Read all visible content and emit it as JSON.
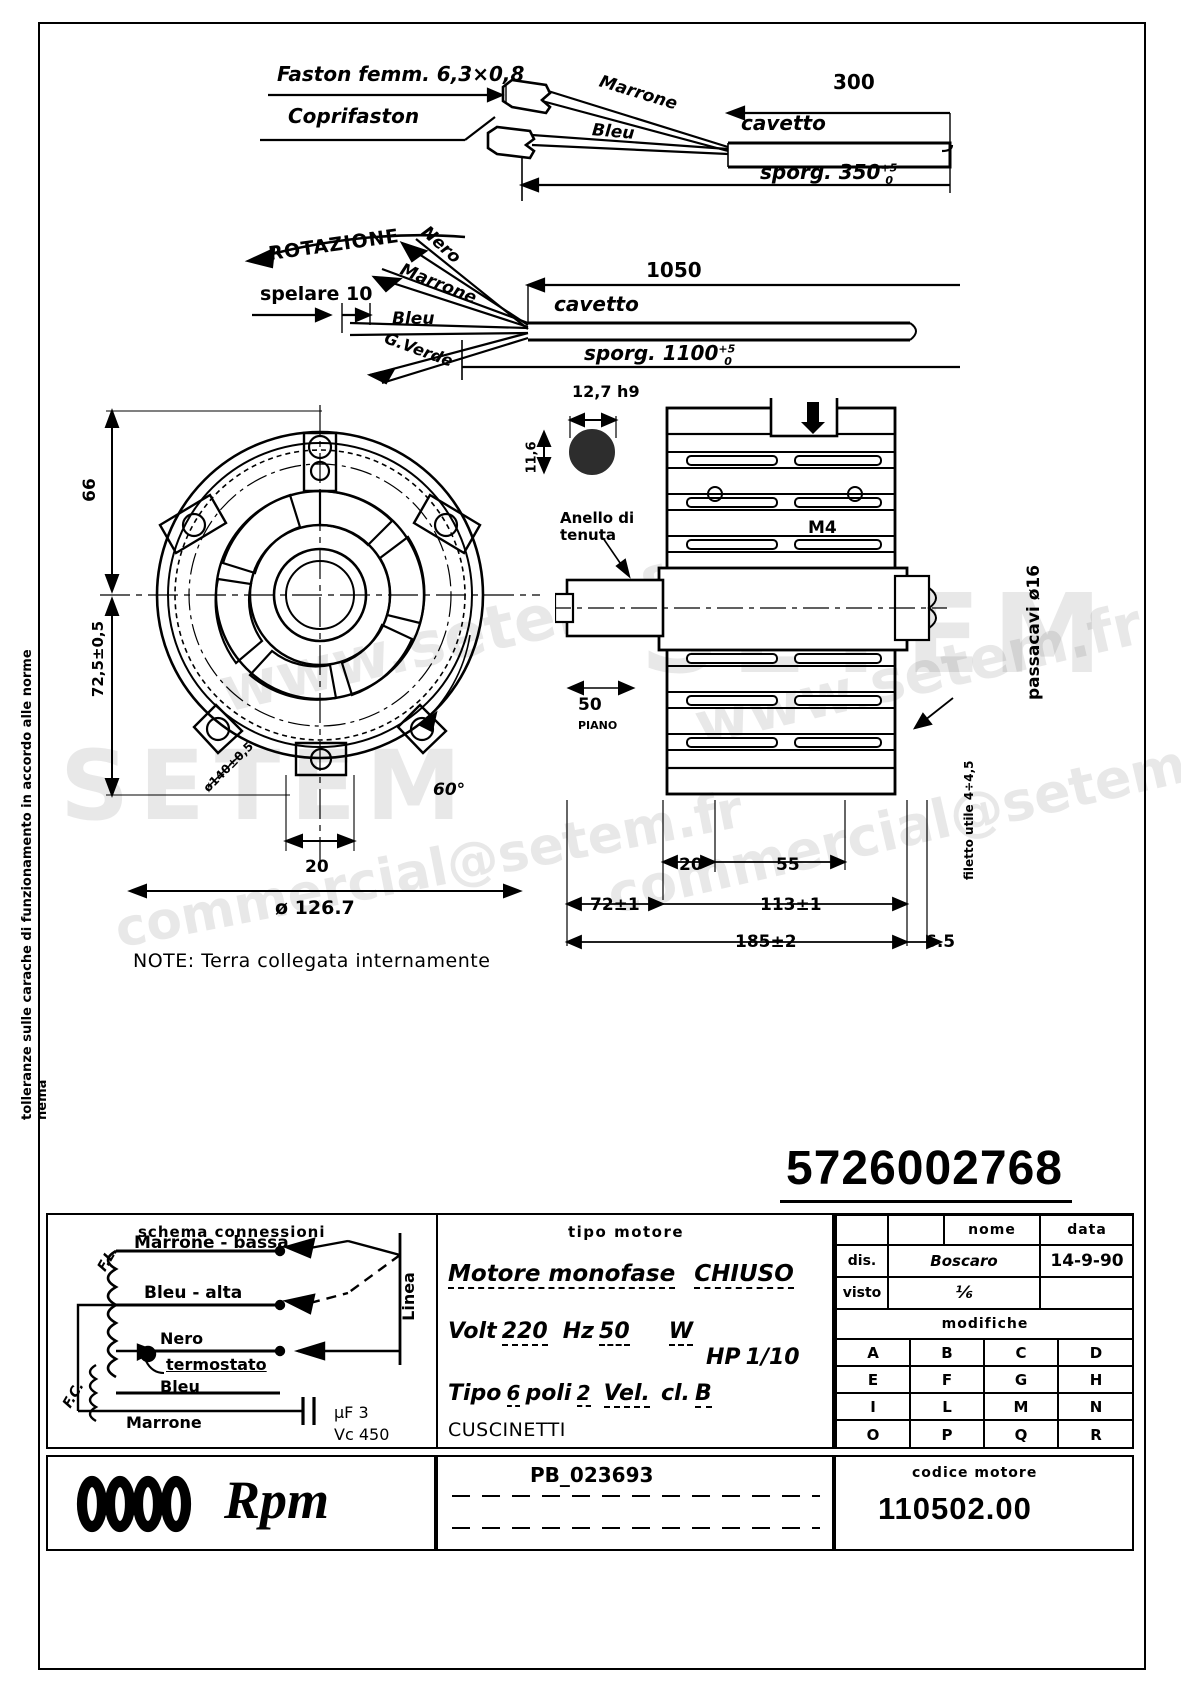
{
  "drawing": {
    "part_number": "5726002768",
    "side_note": "tolleranze sulle carache di funzionamento in accordo alle norme nema",
    "note_bottom": "NOTE: Terra collegata internamente"
  },
  "cable_top": {
    "faston_label": "Faston femm. 6,3×0,8",
    "coprifaston_label": "Coprifaston",
    "wire_brown": "Marrone",
    "wire_blue": "Bleu",
    "cavetto": "cavetto",
    "dim_300": "300",
    "sporg": "sporg. 350",
    "sporg_tol_up": "+5",
    "sporg_tol_dn": "0"
  },
  "cable_mid": {
    "rotazione": "ROTAZIONE",
    "spelare": "spelare 10",
    "wire_black": "Nero",
    "wire_brown": "Marrone",
    "wire_blue": "Bleu",
    "wire_green": "G.Verde",
    "cavetto": "cavetto",
    "dim_1050": "1050",
    "sporg": "sporg. 1100",
    "sporg_tol_up": "+5",
    "sporg_tol_dn": "0"
  },
  "front_view": {
    "dim_66": "66",
    "dim_725": "72,5±0,5",
    "dim_20": "20",
    "dim_diam": "ø 126.7",
    "dim_60deg": "60°",
    "note_inner": "ø140±0,5"
  },
  "key_view": {
    "dim_width": "12,7 h9",
    "dim_height": "11,6"
  },
  "side_view": {
    "anello": "Anello di tenuta",
    "m4": "M4",
    "dim_50": "50",
    "piano": "PIANO",
    "dim_20": "20",
    "dim_55": "55",
    "dim_72": "72±1",
    "dim_113": "113±1",
    "dim_185": "185±2",
    "dim_65": "6.5",
    "passacavi": "passacavi ø16",
    "filetto": "filetto utile 4÷4,5"
  },
  "schema": {
    "title": "schema    connessioni",
    "fl": "F.L.",
    "fc": "F.C.",
    "marrone_bassa": "Marrone - bassa",
    "bleu_alta": "Bleu - alta",
    "nero": "Nero",
    "termostato": "termostato",
    "bleu": "Bleu",
    "marrone": "Marrone",
    "linea": "Linea",
    "cap_uf": "μF  3",
    "cap_vc": "Vc  450"
  },
  "titleblock": {
    "tipo_motore_header": "tipo   motore",
    "motore_line1_a": "Motore monofase",
    "motore_line1_b": "CHIUSO",
    "volt_label": "Volt",
    "volt_value": "220",
    "hz_label": "Hz",
    "hz_value": "50",
    "w_label": "W",
    "hp_label": "HP",
    "hp_value": "1/10",
    "tipo_label": "Tipo",
    "tipo_value": "6",
    "poli_label": "poli",
    "poli_value": "2",
    "vel_label": "Vel.",
    "cl_label": "cl.",
    "cl_value": "B",
    "cuscinetti_label": "CUSCINETTI",
    "cuscinetti_value": "PB_023693",
    "nome_header": "nome",
    "data_header": "data",
    "dis_label": "dis.",
    "dis_name": "Boscaro",
    "dis_date": "14-9-90",
    "visto_label": "visto",
    "modifiche_header": "modifiche",
    "mod_rows": [
      [
        "A",
        "B",
        "C",
        "D"
      ],
      [
        "E",
        "F",
        "G",
        "H"
      ],
      [
        "I",
        "L",
        "M",
        "N"
      ],
      [
        "O",
        "P",
        "Q",
        "R"
      ]
    ],
    "brand": "Rpm",
    "codice_label": "codice motore",
    "codice_value": "110502.00"
  },
  "watermarks": {
    "big": "SETEM",
    "url": "www.setem.fr",
    "mail": "commercial@setem.fr"
  }
}
